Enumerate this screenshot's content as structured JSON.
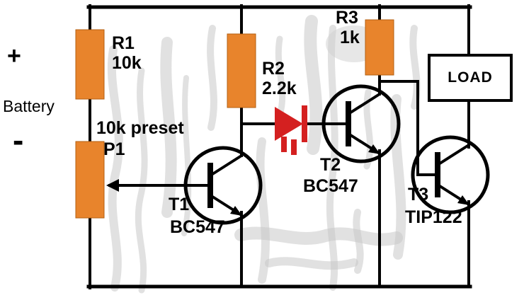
{
  "battery": {
    "plus_label": "+",
    "minus_label": "-",
    "label": "Battery"
  },
  "components": {
    "r1": {
      "ref": "R1",
      "value": "10k"
    },
    "r2": {
      "ref": "R2",
      "value": "2.2k"
    },
    "r3": {
      "ref": "R3",
      "value": "1k"
    },
    "p1": {
      "ref": "P1",
      "value": "10k preset"
    },
    "t1": {
      "ref": "T1",
      "part": "BC547"
    },
    "t2": {
      "ref": "T2",
      "part": "BC547"
    },
    "t3": {
      "ref": "T3",
      "part": "TIP122"
    },
    "load": {
      "label": "LOAD"
    },
    "led": {
      "icon": "led-icon",
      "color": "#d42020"
    }
  },
  "colors": {
    "wire": "#000000",
    "resistor_fill": "#e8842c",
    "led_red": "#d42020",
    "watermark": "#c9c9c9",
    "background": "#ffffff"
  }
}
